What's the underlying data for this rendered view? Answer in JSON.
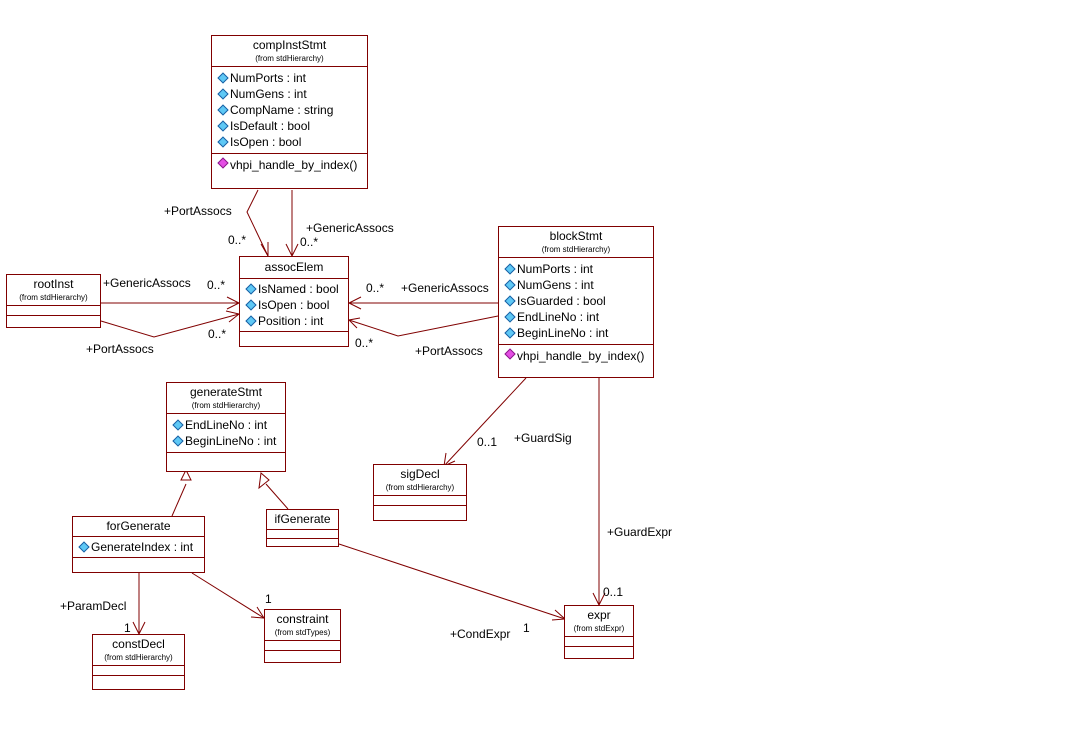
{
  "classes": {
    "compInstStmt": {
      "name": "compInstStmt",
      "from": "(from stdHierarchy)",
      "attrs": [
        "NumPorts : int",
        "NumGens : int",
        "CompName : string",
        "IsDefault : bool",
        "IsOpen : bool"
      ],
      "ops": [
        "vhpi_handle_by_index()"
      ]
    },
    "assocElem": {
      "name": "assocElem",
      "attrs": [
        "IsNamed : bool",
        "IsOpen : bool",
        "Position : int"
      ]
    },
    "rootInst": {
      "name": "rootInst",
      "from": "(from stdHierarchy)"
    },
    "blockStmt": {
      "name": "blockStmt",
      "from": "(from stdHierarchy)",
      "attrs": [
        "NumPorts : int",
        "NumGens : int",
        "IsGuarded : bool",
        "EndLineNo : int",
        "BeginLineNo : int"
      ],
      "ops": [
        "vhpi_handle_by_index()"
      ]
    },
    "generateStmt": {
      "name": "generateStmt",
      "from": "(from stdHierarchy)",
      "attrs": [
        "EndLineNo : int",
        "BeginLineNo : int"
      ]
    },
    "sigDecl": {
      "name": "sigDecl",
      "from": "(from stdHierarchy)"
    },
    "forGenerate": {
      "name": "forGenerate",
      "attrs": [
        "GenerateIndex : int"
      ]
    },
    "ifGenerate": {
      "name": "ifGenerate"
    },
    "constraint": {
      "name": "constraint",
      "from": "(from stdTypes)"
    },
    "constDecl": {
      "name": "constDecl",
      "from": "(from stdHierarchy)"
    },
    "expr": {
      "name": "expr",
      "from": "(from stdExpr)"
    }
  },
  "labels": {
    "comp_port_role": "+PortAssocs",
    "comp_port_mult": "0..*",
    "comp_gen_role": "+GenericAssocs",
    "comp_gen_mult": "0..*",
    "root_gen_role": "+GenericAssocs",
    "root_gen_mult": "0..*",
    "root_port_role": "+PortAssocs",
    "root_port_mult": "0..*",
    "block_gen_mult": "0..*",
    "block_gen_role": "+GenericAssocs",
    "block_port_mult": "0..*",
    "block_port_role": "+PortAssocs",
    "guardsig_mult": "0..1",
    "guardsig_role": "+GuardSig",
    "guardexpr_role": "+GuardExpr",
    "guardexpr_mult": "0..1",
    "paramdecl_role": "+ParamDecl",
    "paramdecl_mult": "1",
    "constraint_mult": "1",
    "condexpr_role": "+CondExpr",
    "condexpr_mult": "1"
  },
  "colors": {
    "line": "#800000",
    "attr_icon": "#5ec8f5",
    "op_icon": "#e44ee4"
  }
}
